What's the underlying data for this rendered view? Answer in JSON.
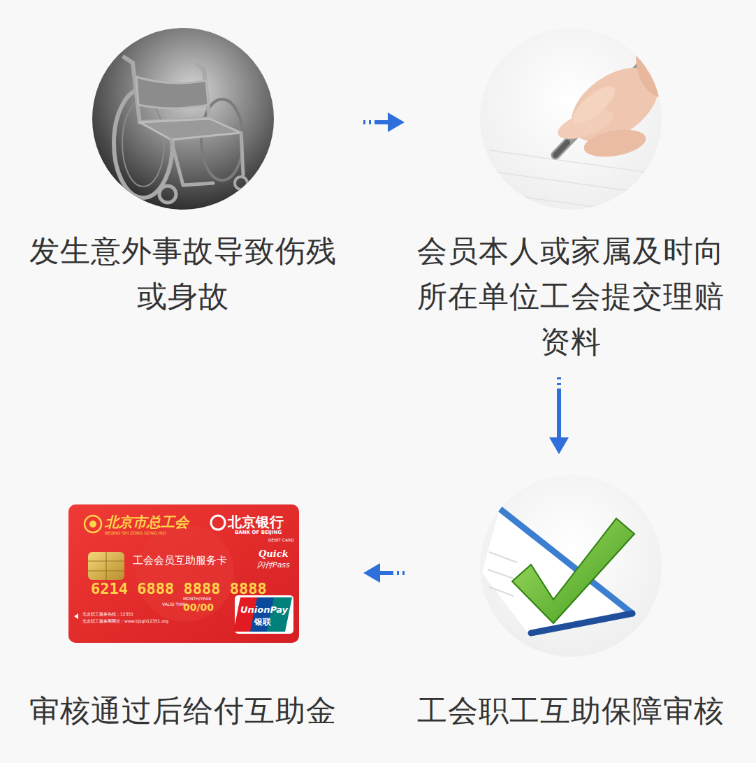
{
  "diagram": {
    "nodes": [
      {
        "text": [
          "发生意外事故导致伤残或身故"
        ]
      },
      {
        "text": [
          "会员本人或家属及时向所在单位工会提交理赔资料"
        ]
      },
      {
        "text": [
          "工会职工互助保障审核"
        ]
      },
      {
        "text": [
          "审核通过后给付互助金"
        ]
      }
    ],
    "edges": [
      {
        "from": 0,
        "to": 1,
        "arrow": "to"
      },
      {
        "from": 1,
        "to": 2,
        "arrow": "to"
      },
      {
        "from": 2,
        "to": 3,
        "arrow": "to"
      }
    ],
    "labels": [
      "北京市总工会",
      "BEIJING SHI ZONG GONG HUI",
      "北京银行",
      "BANK OF BEIJING",
      "DEBIT CARD",
      "工会会员互助服务卡",
      "Quick",
      "闪付Pass",
      "6214 6888 8888 8888",
      "MONTH/YEAR",
      "VALID THRU",
      "00/00",
      "北京职工服务热线：12351",
      "北京职工服务网网址：www.bjzgh12351.org",
      "UnionPay",
      "银联"
    ]
  }
}
